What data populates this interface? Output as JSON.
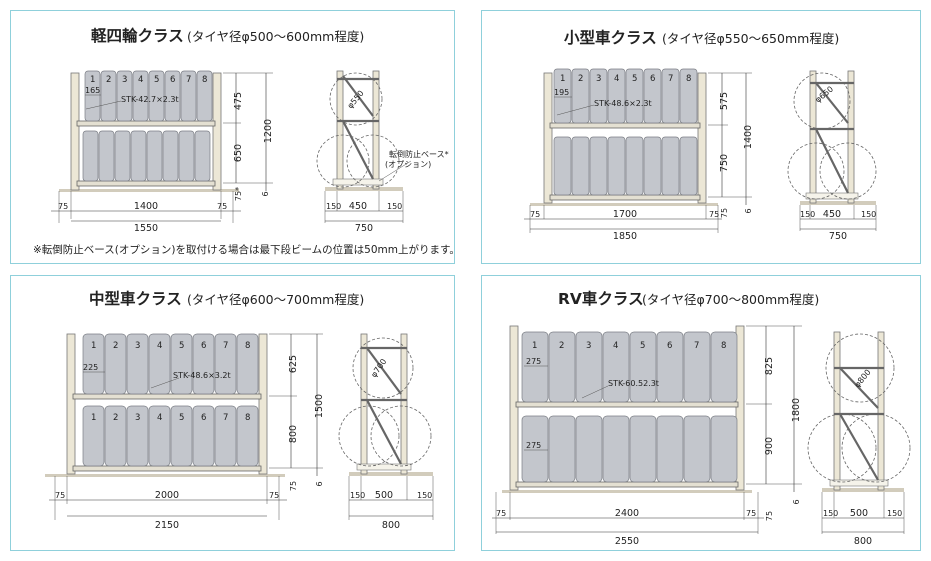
{
  "panels": [
    {
      "id": "keiyon",
      "title_main": "軽四輪クラス",
      "title_sub": "(タイヤ径φ500〜600mm程度)",
      "tire_numbers": [
        "1",
        "2",
        "3",
        "4",
        "5",
        "6",
        "7",
        "8"
      ],
      "pipe_label": "STK-42.7×2.3t",
      "pitch_label": "165",
      "upper_height": "475",
      "lower_height": "650",
      "total_height": "1200",
      "base_height": "6",
      "base_height_upper": "75*",
      "overhang_left": "75",
      "overhang_right": "75",
      "inner_width": "1400",
      "total_width": "1550",
      "depth_side": "150",
      "depth_mid": "450",
      "depth_total": "750",
      "tire_dia": "φ550",
      "option_label_1": "転倒防止ベース*",
      "option_label_2": "(オプション)",
      "note": "※転倒防止ベース(オプション)を取付ける場合は最下段ビームの位置は50mm上がります。"
    },
    {
      "id": "kogata",
      "title_main": "小型車クラス",
      "title_sub": "(タイヤ径φ550〜650mm程度)",
      "tire_numbers": [
        "1",
        "2",
        "3",
        "4",
        "5",
        "6",
        "7",
        "8"
      ],
      "pipe_label": "STK-48.6×2.3t",
      "pitch_label": "195",
      "upper_height": "575",
      "lower_height": "750",
      "total_height": "1400",
      "base_height": "6",
      "base_height_upper": "75",
      "overhang_left": "75",
      "overhang_right": "75",
      "inner_width": "1700",
      "total_width": "1850",
      "depth_side": "150",
      "depth_mid": "450",
      "depth_total": "750",
      "tire_dia": "φ650"
    },
    {
      "id": "chugata",
      "title_main": "中型車クラス",
      "title_sub": "(タイヤ径φ600〜700mm程度)",
      "tire_numbers": [
        "1",
        "2",
        "3",
        "4",
        "5",
        "6",
        "7",
        "8"
      ],
      "pipe_label": "STK-48.6×3.2t",
      "pitch_label": "225",
      "upper_height": "625",
      "lower_height": "800",
      "total_height": "1500",
      "base_height": "6",
      "base_height_upper": "75",
      "overhang_left": "75",
      "overhang_right": "75",
      "inner_width": "2000",
      "total_width": "2150",
      "depth_side": "150",
      "depth_mid": "500",
      "depth_total": "800",
      "tire_dia": "φ700"
    },
    {
      "id": "rv",
      "title_main": "RV車クラス",
      "title_sub": "(タイヤ径φ700〜800mm程度)",
      "tire_numbers": [
        "1",
        "2",
        "3",
        "4",
        "5",
        "6",
        "7",
        "8"
      ],
      "pipe_label": "STK-60.52.3t",
      "pitch_label": "275",
      "pitch_label_lower": "275",
      "upper_height": "825",
      "lower_height": "900",
      "total_height": "1800",
      "base_height": "6",
      "base_height_upper": "75",
      "overhang_left": "75",
      "overhang_right": "75",
      "inner_width": "2400",
      "total_width": "2550",
      "depth_side": "150",
      "depth_mid": "500",
      "depth_total": "800",
      "tire_dia": "φ800"
    }
  ]
}
